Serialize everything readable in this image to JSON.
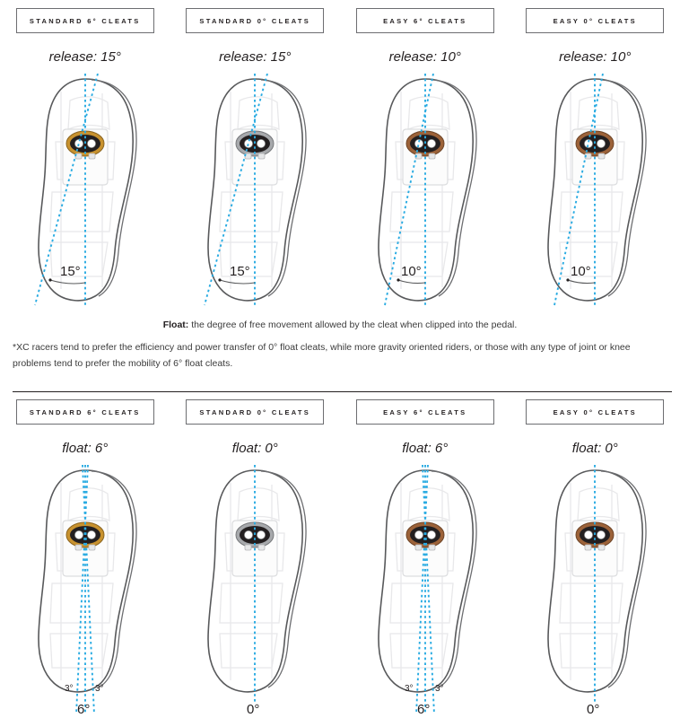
{
  "colors": {
    "dash_blue": "#29abe2",
    "outline_gray": "#58595b",
    "text_dark": "#231f20",
    "cleat_gold": "#c8922f",
    "cleat_silver": "#a7a9ac",
    "cleat_brown": "#9c6239"
  },
  "release_section": {
    "chips": [
      {
        "label": "STANDARD 6° CLEATS"
      },
      {
        "label": "STANDARD 0° CLEATS"
      },
      {
        "label": "EASY 6° CLEATS"
      },
      {
        "label": "EASY 0° CLEATS"
      }
    ],
    "captions": [
      {
        "label": "release: 15°"
      },
      {
        "label": "release: 15°"
      },
      {
        "label": "release: 10°"
      },
      {
        "label": "release: 10°"
      }
    ],
    "angle_labels": [
      "15°",
      "15°",
      "10°",
      "10°"
    ],
    "cleat_colors": [
      "gold",
      "silver",
      "brown",
      "brown"
    ]
  },
  "definition": {
    "term": "Float:",
    "text": " the degree of free movement allowed by the cleat when clipped into the pedal."
  },
  "note": {
    "line1": "*XC racers tend to prefer the efficiency and power transfer of 0° float cleats, while more gravity oriented riders, or those with any type of joint or knee",
    "line2": "problems tend to prefer the mobility of 6° float cleats."
  },
  "float_section": {
    "chips": [
      {
        "label": "STANDARD 6° CLEATS"
      },
      {
        "label": "STANDARD 0° CLEATS"
      },
      {
        "label": "EASY 6° CLEATS"
      },
      {
        "label": "EASY 0° CLEATS"
      }
    ],
    "captions": [
      {
        "label": "float: 6°"
      },
      {
        "label": "float: 0°"
      },
      {
        "label": "float: 6°"
      },
      {
        "label": "float: 0°"
      }
    ],
    "side_labels": [
      "3°",
      "3°"
    ],
    "total_labels": [
      "6°",
      "0°",
      "6°",
      "0°"
    ],
    "cleat_colors": [
      "gold",
      "silver",
      "brown",
      "brown"
    ]
  }
}
